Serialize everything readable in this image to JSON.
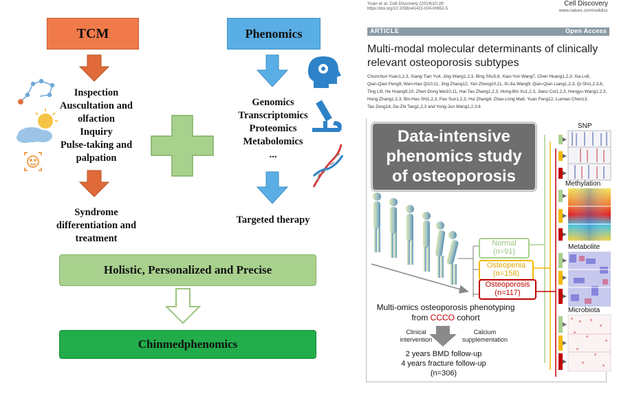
{
  "left": {
    "tcm_label": "TCM",
    "tcm_methods": [
      "Inspection",
      "Auscultation and",
      "olfaction",
      "Inquiry",
      "Pulse-taking and",
      "palpation"
    ],
    "syndrome_lines": [
      "Syndrome",
      "differentiation and",
      "treatment"
    ],
    "phenomics_label": "Phenomics",
    "omics": [
      "Genomics",
      "Transcriptomics",
      "Proteomics",
      "Metabolomics",
      "..."
    ],
    "targeted_label": "Targeted therapy",
    "holistic_label": "Holistic, Personalized and Precise",
    "chinmed_label": "Chinmedphenomics",
    "colors": {
      "tcm": "#f07a4a",
      "phenomics": "#5aaee6",
      "plus": "#a9d18e",
      "holistic": "#a9d18e",
      "chinmed": "#22ad4a"
    }
  },
  "paper": {
    "citation": "Yuan et al. Cell Discovery (2024)10:28",
    "doi": "https://doi.org/10.1038/s41421-024-00652-5",
    "journal": "Cell Discovery",
    "journal_url": "www.nature.com/celldisc",
    "article_tag": "ARTICLE",
    "access_tag": "Open Access",
    "title_lines": [
      "Multi-modal molecular determinants of clinically",
      "relevant osteoporosis subtypes"
    ],
    "authors": [
      "Chunchun Yuan1,2,3, Xiang-Tian Yu4, Jing Wang1,2,3, Bing Shu5,6, Xiao-Yun Wang7, Chen Huang1,2,3, Xia Lv8,",
      "Qian-Qian Peng9, Wen-Hao Qi10,11, Jing Zhang12, Yan Zheng10,11, Si-Jia Wang9, Qian-Qian Liang1,2,3, Qi Shi1,2,3,6,",
      "Ting Li9, He Huang9,10, Zhen-Dong Mei10,11, Hai-Tao Zhang1,2,3, Hong-Bin Xu1,2,3, Jiarui Cui1,2,3, Hongyu Wang1,2,3,",
      "Hong Zhang1,2,3, Bin-Hao Shi1,2,3, Pan Sun1,2,3, Hui Zhang8, Zhao-Long Ma8, Yuan Feng12, Luonan Chen13,",
      "Tao Zeng14, De-Zhi Tang1,2,3 and Yong-Jun Wang1,2,3,6"
    ]
  },
  "figure": {
    "headline_lines": [
      "Data-intensive",
      "phenomics study",
      "of osteoporosis"
    ],
    "groups": [
      {
        "name": "Normal",
        "n": "(n=91)",
        "color": "#a9d18e"
      },
      {
        "name": "Osteopenia",
        "n": "(n=158)",
        "color": "#f5b800"
      },
      {
        "name": "Osteoporosis",
        "n": "(n=117)",
        "color": "#c00000"
      }
    ],
    "cohort_lines": [
      "Multi-omics osteoporosis phenotyping",
      "from ",
      "CCCO",
      " cohort"
    ],
    "intervention_lines": [
      "Clinical",
      "intervention"
    ],
    "supplement_lines": [
      "Calcium",
      "supplementation"
    ],
    "followup_lines": [
      "2 years BMD follow-up",
      "4 years fracture follow-up",
      "(n=306)"
    ],
    "panels": [
      "SNP",
      "Methylation",
      "Metabolite",
      "Microbiota"
    ]
  }
}
